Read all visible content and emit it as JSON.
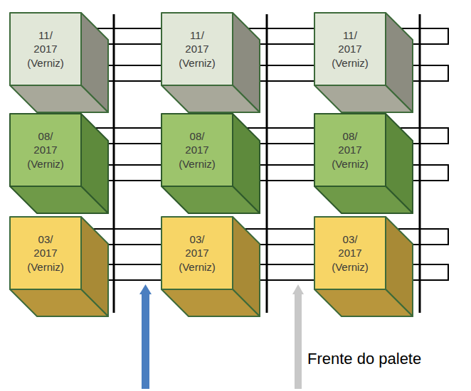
{
  "diagram": {
    "nodes": [
      {
        "text": [
          "11/ 2017 (Verniz)"
        ]
      },
      {
        "text": [
          "11/ 2017 (Verniz)"
        ]
      },
      {
        "text": [
          "11/ 2017 (Verniz)"
        ]
      },
      {
        "text": [
          "08/ 2017 (Verniz)"
        ]
      },
      {
        "text": [
          "08/ 2017 (Verniz)"
        ]
      },
      {
        "text": [
          "08/ 2017 (Verniz)"
        ]
      },
      {
        "text": [
          "03/ 2017 (Verniz)"
        ]
      },
      {
        "text": [
          "03/ 2017 (Verniz)"
        ]
      },
      {
        "text": [
          "03/ 2017 (Verniz)"
        ]
      }
    ],
    "labels": [
      "Frente do palete"
    ]
  }
}
